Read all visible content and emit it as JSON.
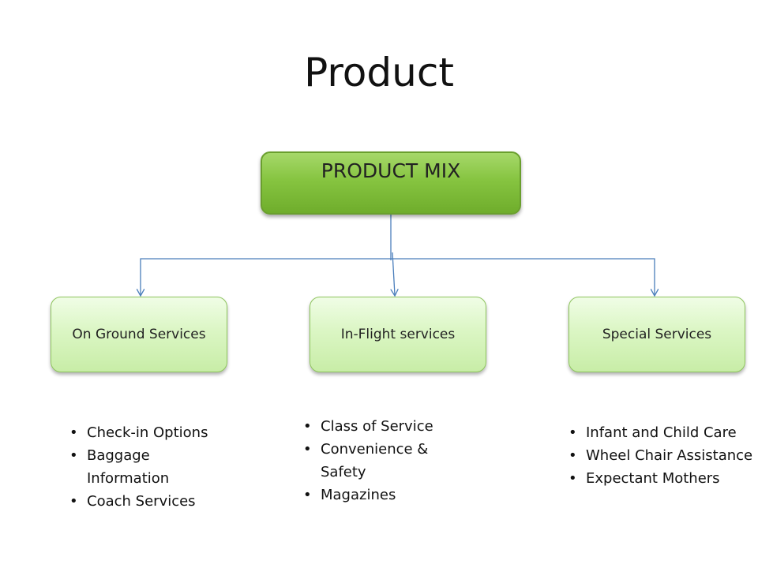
{
  "title": "Product",
  "root": {
    "label": "PRODUCT MIX"
  },
  "branches": [
    {
      "label": "On Ground Services",
      "items": [
        "Check-in Options",
        "Baggage Information",
        "Coach Services"
      ]
    },
    {
      "label": "In-Flight services",
      "items": [
        "Class of Service",
        "Convenience & Safety",
        "Magazines"
      ]
    },
    {
      "label": "Special Services",
      "items": [
        "Infant and Child Care",
        "Wheel Chair Assistance",
        "Expectant Mothers"
      ]
    }
  ],
  "colors": {
    "root_fill": "#86c440",
    "child_fill": "#dbf6c4",
    "connector": "#4a7ebb"
  }
}
